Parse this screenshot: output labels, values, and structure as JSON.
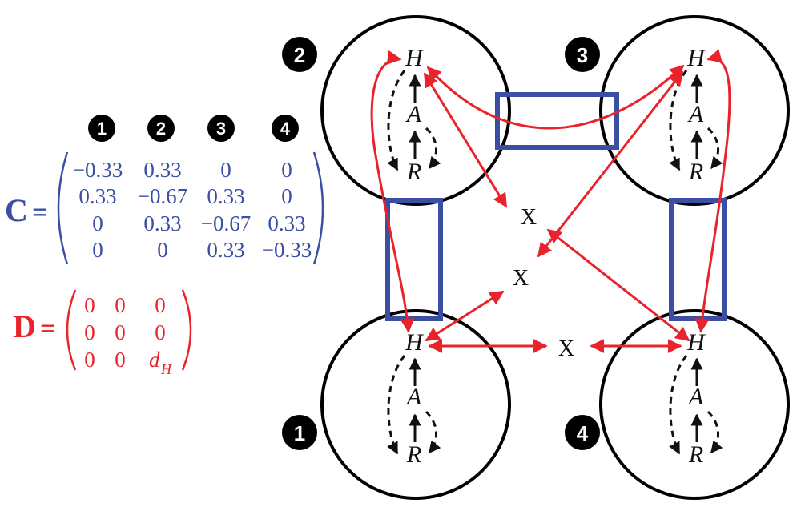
{
  "colors": {
    "blue": "#3a4fa3",
    "red": "#e8232b",
    "black": "#111111"
  },
  "matrix_c": {
    "name": "C",
    "equals": "=",
    "column_headers": [
      "1",
      "2",
      "3",
      "4"
    ],
    "rows": [
      [
        "−0.33",
        "0.33",
        "0",
        "0"
      ],
      [
        "0.33",
        "−0.67",
        "0.33",
        "0"
      ],
      [
        "0",
        "0.33",
        "−0.67",
        "0.33"
      ],
      [
        "0",
        "0",
        "0.33",
        "−0.33"
      ]
    ]
  },
  "matrix_d": {
    "name": "D",
    "equals": "=",
    "rows": [
      [
        "0",
        "0",
        "0"
      ],
      [
        "0",
        "0",
        "0"
      ],
      [
        "0",
        "0",
        "d"
      ]
    ],
    "subscript": "H"
  },
  "compartments": [
    {
      "number": "1",
      "nodes": {
        "top": "H",
        "mid": "A",
        "bottom": "R"
      }
    },
    {
      "number": "2",
      "nodes": {
        "top": "H",
        "mid": "A",
        "bottom": "R"
      }
    },
    {
      "number": "3",
      "nodes": {
        "top": "H",
        "mid": "A",
        "bottom": "R"
      }
    },
    {
      "number": "4",
      "nodes": {
        "top": "H",
        "mid": "A",
        "bottom": "R"
      }
    }
  ],
  "decay_markers": [
    "X",
    "X",
    "X"
  ]
}
